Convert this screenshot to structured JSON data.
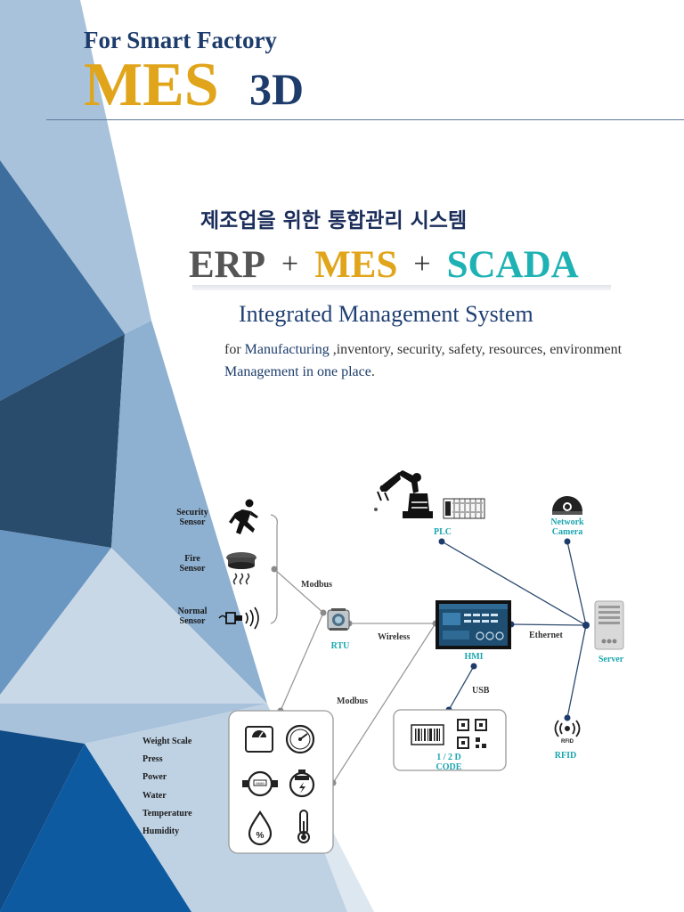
{
  "header": {
    "subtitle": "For Smart Factory",
    "title_main": "MES",
    "title_suffix": "3D"
  },
  "hero": {
    "korean_heading": "제조업을 위한 통합관리 시스템",
    "stack": {
      "erp": "ERP",
      "plus1": "+",
      "mes": "MES",
      "plus2": "+",
      "scada": "SCADA"
    },
    "title": "Integrated Management System",
    "description": {
      "part1": "for ",
      "part2": "Manufacturing",
      "part3": " ,inventory, security, safety, resources, environment ",
      "part4": "Management in one place",
      "part5": "."
    }
  },
  "diagram": {
    "sensors": {
      "security": [
        "Security",
        "Sensor"
      ],
      "fire": [
        "Fire",
        "Sensor"
      ],
      "normal": [
        "Normal",
        "Sensor"
      ]
    },
    "devices": {
      "plc": "PLC",
      "network_camera": [
        "Network",
        "Camera"
      ],
      "rtu": "RTU",
      "hmi": "HMI",
      "server": "Server",
      "rfid": "RFID",
      "rfid_icon_text": "RFID",
      "code": [
        "1 / 2 D",
        "CODE"
      ]
    },
    "links": {
      "modbus_top": "Modbus",
      "wireless": "Wireless",
      "ethernet": "Ethernet",
      "usb": "USB",
      "modbus_bottom": "Modbus"
    },
    "measurements": [
      "Weight Scale",
      "Press",
      "Power",
      "Water",
      "Temperature",
      "Humidity"
    ],
    "meter_readout": "0000"
  },
  "colors": {
    "navy": "#1d3c6b",
    "gold": "#e0a51a",
    "teal": "#1fb2b4",
    "connector": "#2b4a6e"
  }
}
